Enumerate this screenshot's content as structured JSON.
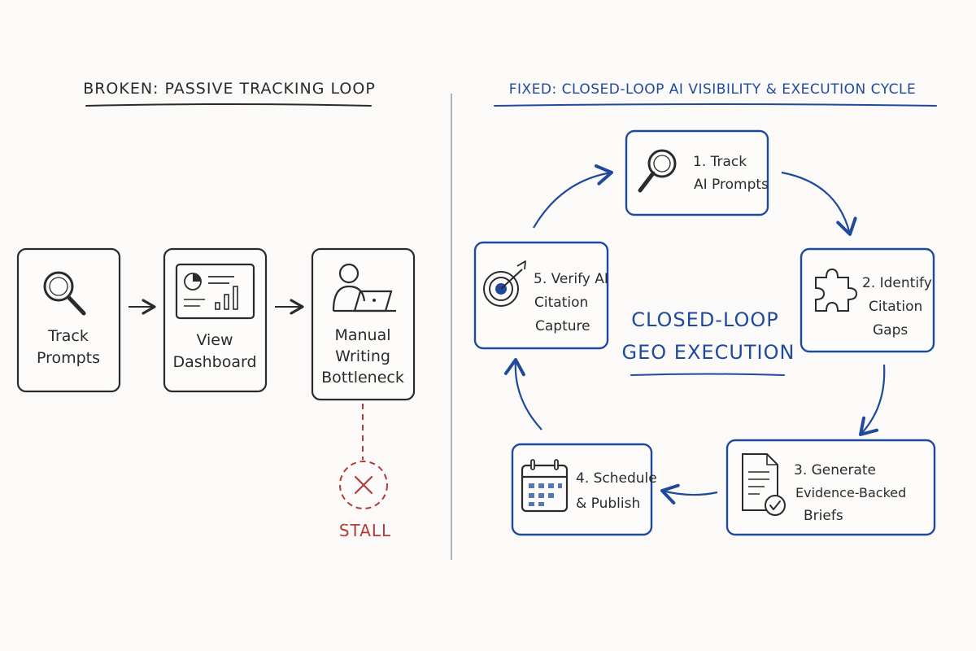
{
  "left": {
    "title": "BROKEN: PASSIVE TRACKING LOOP",
    "steps": [
      {
        "lines": [
          "Track",
          "Prompts"
        ],
        "icon": "magnifier-icon"
      },
      {
        "lines": [
          "View",
          "Dashboard"
        ],
        "icon": "dashboard-icon"
      },
      {
        "lines": [
          "Manual",
          "Writing",
          "Bottleneck"
        ],
        "icon": "person-laptop-icon"
      }
    ],
    "stall_label": "STALL"
  },
  "right": {
    "title": "FIXED: CLOSED-LOOP AI VISIBILITY & EXECUTION CYCLE",
    "center_lines": [
      "CLOSED-LOOP",
      "GEO EXECUTION"
    ],
    "steps": [
      {
        "lines": [
          "1. Track",
          "AI Prompts"
        ],
        "icon": "magnifier-icon"
      },
      {
        "lines": [
          "2. Identify",
          "Citation",
          "Gaps"
        ],
        "icon": "puzzle-icon"
      },
      {
        "lines": [
          "3. Generate",
          "Evidence-Backed",
          "Briefs"
        ],
        "icon": "document-check-icon"
      },
      {
        "lines": [
          "4. Schedule",
          "& Publish"
        ],
        "icon": "calendar-icon"
      },
      {
        "lines": [
          "5. Verify AI",
          "Citation",
          "Capture"
        ],
        "icon": "target-icon"
      }
    ]
  },
  "colors": {
    "ink": "#2b2b2b",
    "blue": "#1f4a9c",
    "red": "#b43a3a",
    "divider": "#9a9a9a",
    "background": "#fbfaf8"
  }
}
